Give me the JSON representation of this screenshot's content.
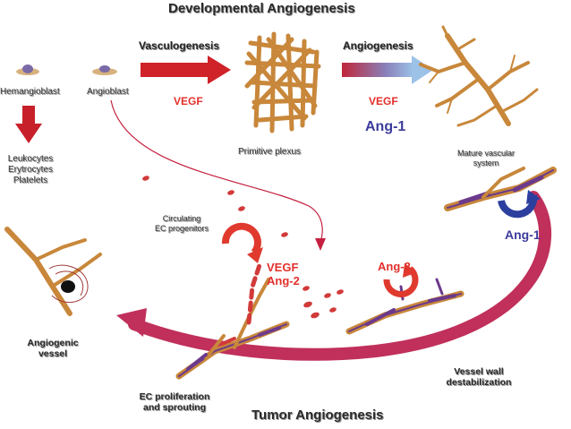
{
  "titles": {
    "top": "Developmental Angiogenesis",
    "bottom": "Tumor Angiogenesis"
  },
  "labels": {
    "hemangioblast": "Hemangioblast",
    "angioblast": "Angioblast",
    "vasculogenesis": "Vasculogenesis",
    "angiogenesis": "Angiogenesis",
    "vegf_1": "VEGF",
    "vegf_2": "VEGF",
    "ang1_top": "Ang-1",
    "primitive_plexus": "Primitive plexus",
    "mature_line1": "Mature vascular",
    "mature_line2": "system",
    "leukocytes": "Leukocytes",
    "erythrocytes": "Erytrocytes",
    "platelets": "Platelets",
    "circ_line1": "Circulating",
    "circ_line2": "EC progenitors",
    "vegf_3": "VEGF",
    "ang2_center": "Ang-2",
    "ang2_right": "Ang-2",
    "ang1_right": "Ang-1",
    "angiogenic_line1": "Angiogenic",
    "angiogenic_line2": "vessel",
    "vwall_line1": "Vessel wall",
    "vwall_line2": "destabilization",
    "ecpro_line1": "EC proliferation",
    "ecpro_line2": "and sprouting"
  },
  "colors": {
    "red_arrow": "#cf2229",
    "magenta_arc": "#c0305a",
    "vessel_brown": "#c8873a",
    "blue_text": "#3c3c9c",
    "red_text": "#e2302b",
    "pericyte_purple": "#6b3a8c",
    "ang1_ring": "#2c3f9e",
    "ang2_ring": "#e03a2f"
  }
}
